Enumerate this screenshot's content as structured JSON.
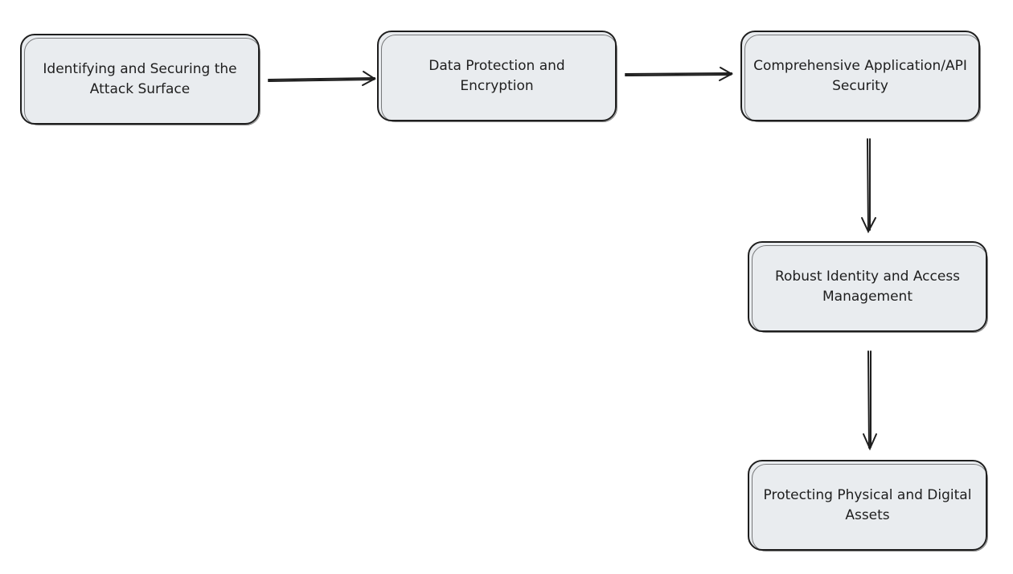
{
  "diagram": {
    "nodes": [
      {
        "id": "n1",
        "label": "Identifying and Securing the Attack Surface"
      },
      {
        "id": "n2",
        "label": "Data Protection and Encryption"
      },
      {
        "id": "n3",
        "label": "Comprehensive Application/API Security"
      },
      {
        "id": "n4",
        "label": "Robust Identity and Access Management"
      },
      {
        "id": "n5",
        "label": "Protecting Physical and Digital Assets"
      }
    ],
    "edges": [
      {
        "from": "n1",
        "to": "n2"
      },
      {
        "from": "n2",
        "to": "n3"
      },
      {
        "from": "n3",
        "to": "n4"
      },
      {
        "from": "n4",
        "to": "n5"
      }
    ],
    "colors": {
      "node_fill": "#e9ecef",
      "stroke": "#1e1e1e",
      "background": "#ffffff"
    }
  }
}
